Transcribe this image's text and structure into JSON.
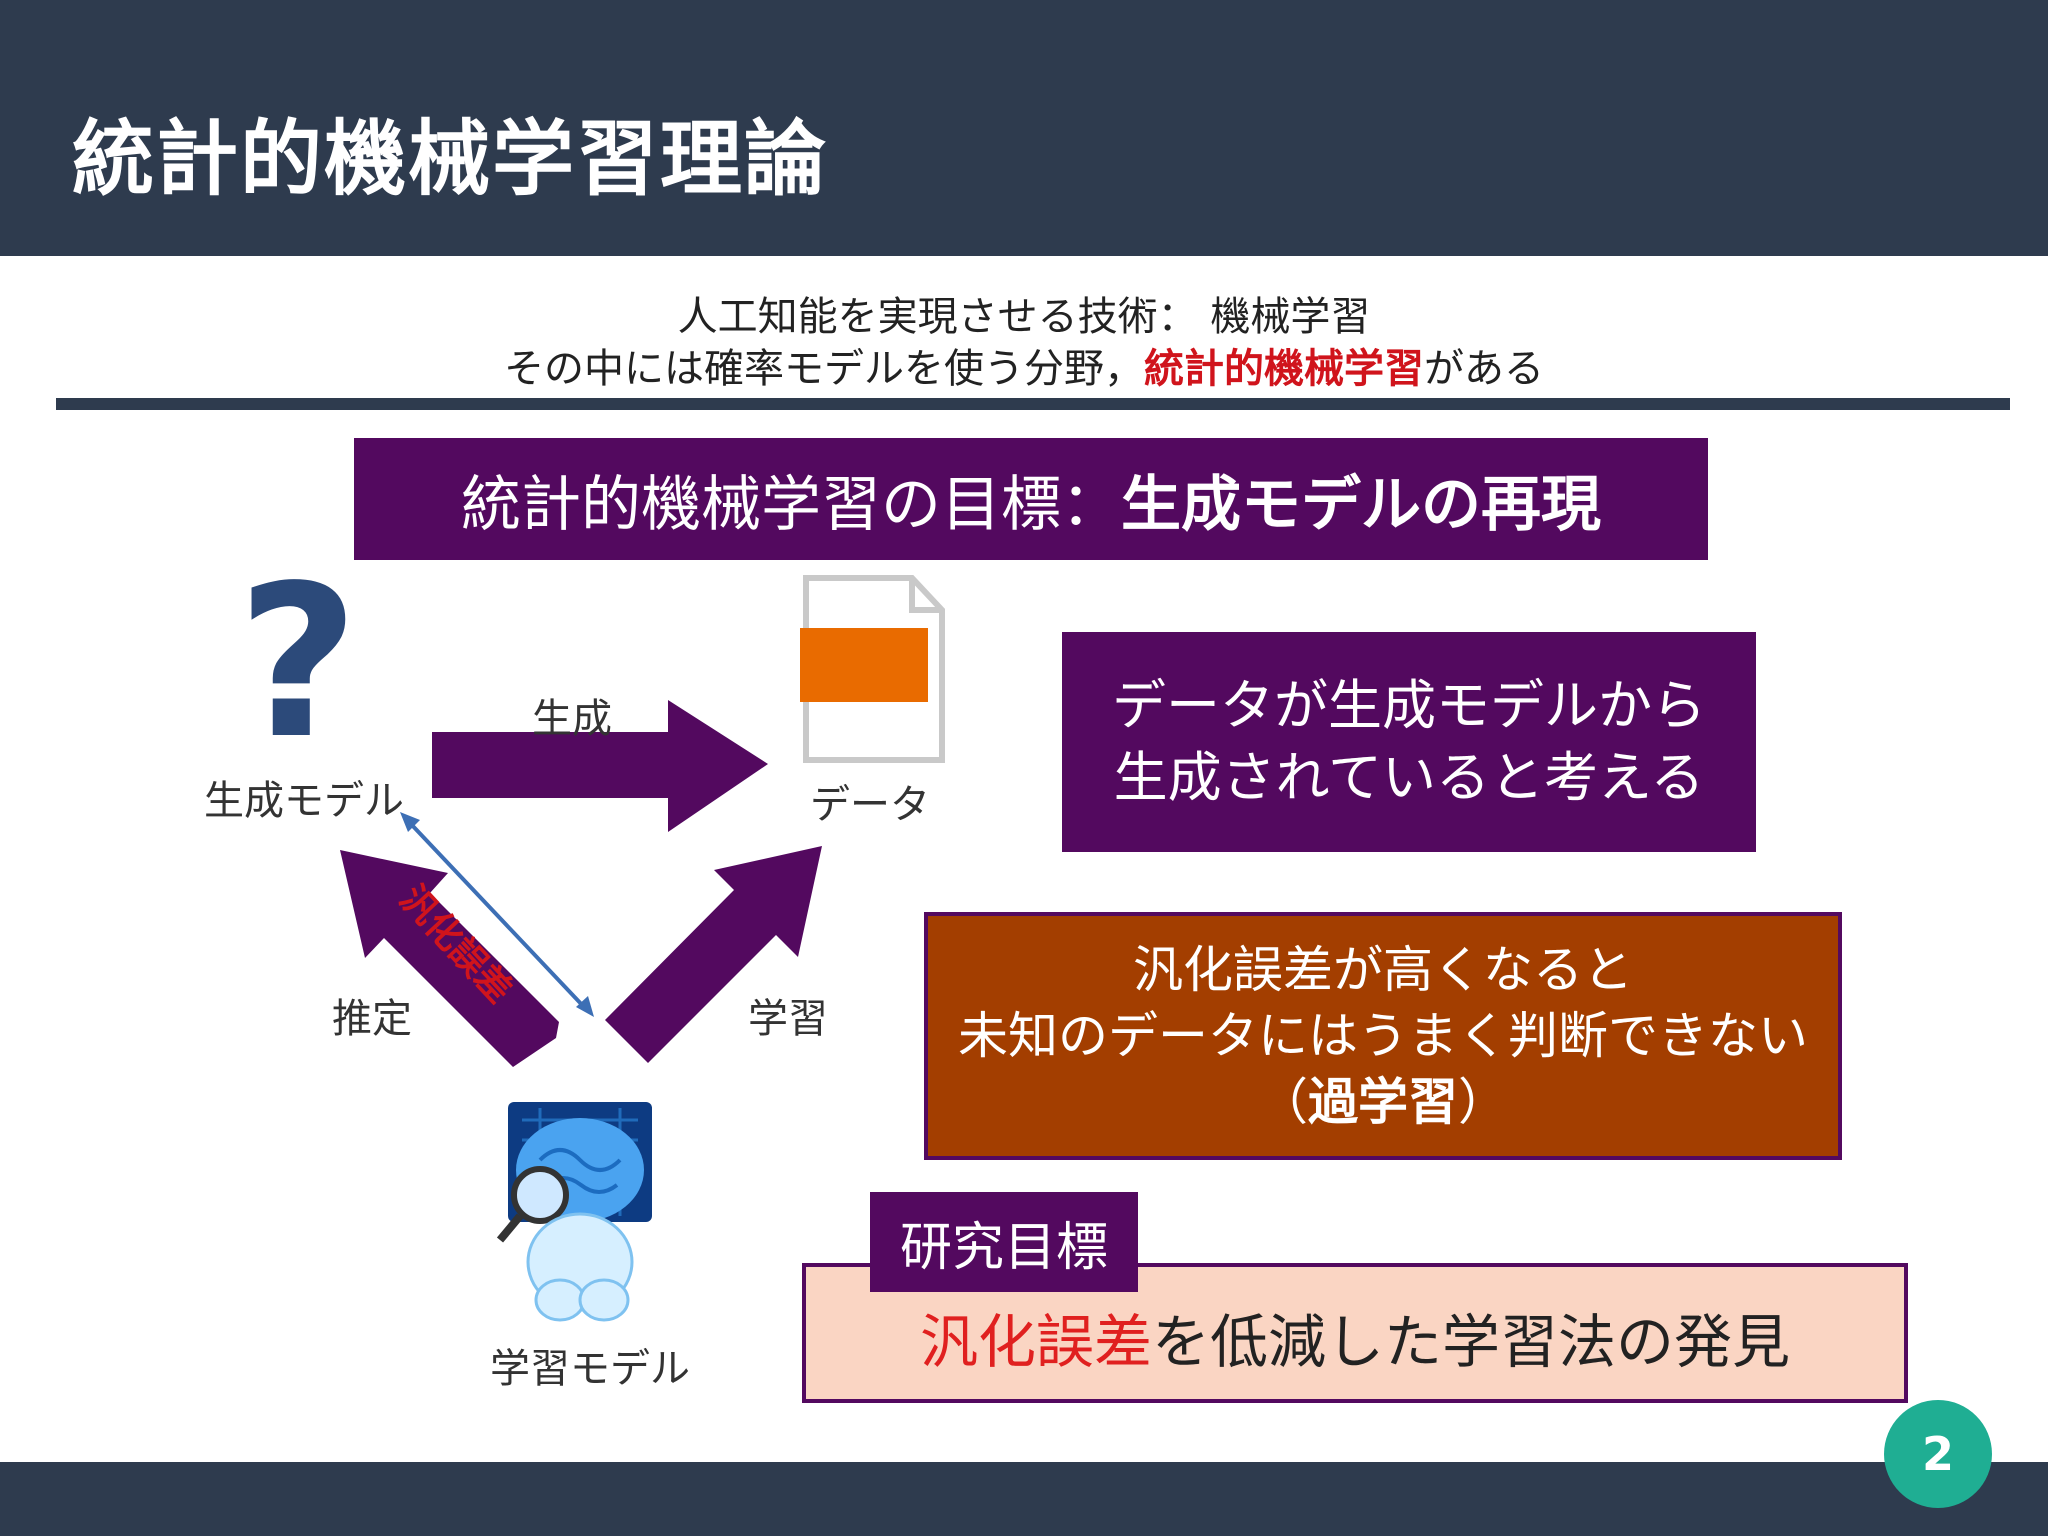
{
  "header": {
    "title": "統計的機械学習理論"
  },
  "intro": {
    "line1": "人工知能を実現させる技術： 機械学習",
    "line2_prefix": "その中には確率モデルを使う分野，",
    "line2_highlight": "統計的機械学習",
    "line2_suffix": "がある"
  },
  "goal_banner": {
    "prefix": "統計的機械学習の目標：",
    "emphasis": "生成モデルの再現"
  },
  "diagram": {
    "generative_model": "生成モデル",
    "data": "データ",
    "learning_model": "学習モデル",
    "arrow_generate": "生成",
    "arrow_estimate": "推定",
    "arrow_learn": "学習",
    "gap_label": "汎化誤差"
  },
  "box_generated": {
    "line1": "データが生成モデルから",
    "line2": "生成されていると考える"
  },
  "box_overfit": {
    "line1": "汎化誤差が高くなると",
    "line2": "未知のデータにはうまく判断できない",
    "line3_open": "（",
    "line3_bold": "過学習",
    "line3_close": "）"
  },
  "research": {
    "tab": "研究目標",
    "highlight": "汎化誤差",
    "rest": "を低減した学習法の発見"
  },
  "footer": {
    "page_number": "2"
  },
  "colors": {
    "navy": "#2e3b4e",
    "purple": "#53095f",
    "rust": "#a33e00",
    "peach": "#fad5c3",
    "accent_red": "#d0141c",
    "teal": "#1fae93",
    "orange_block": "#e96b00"
  }
}
